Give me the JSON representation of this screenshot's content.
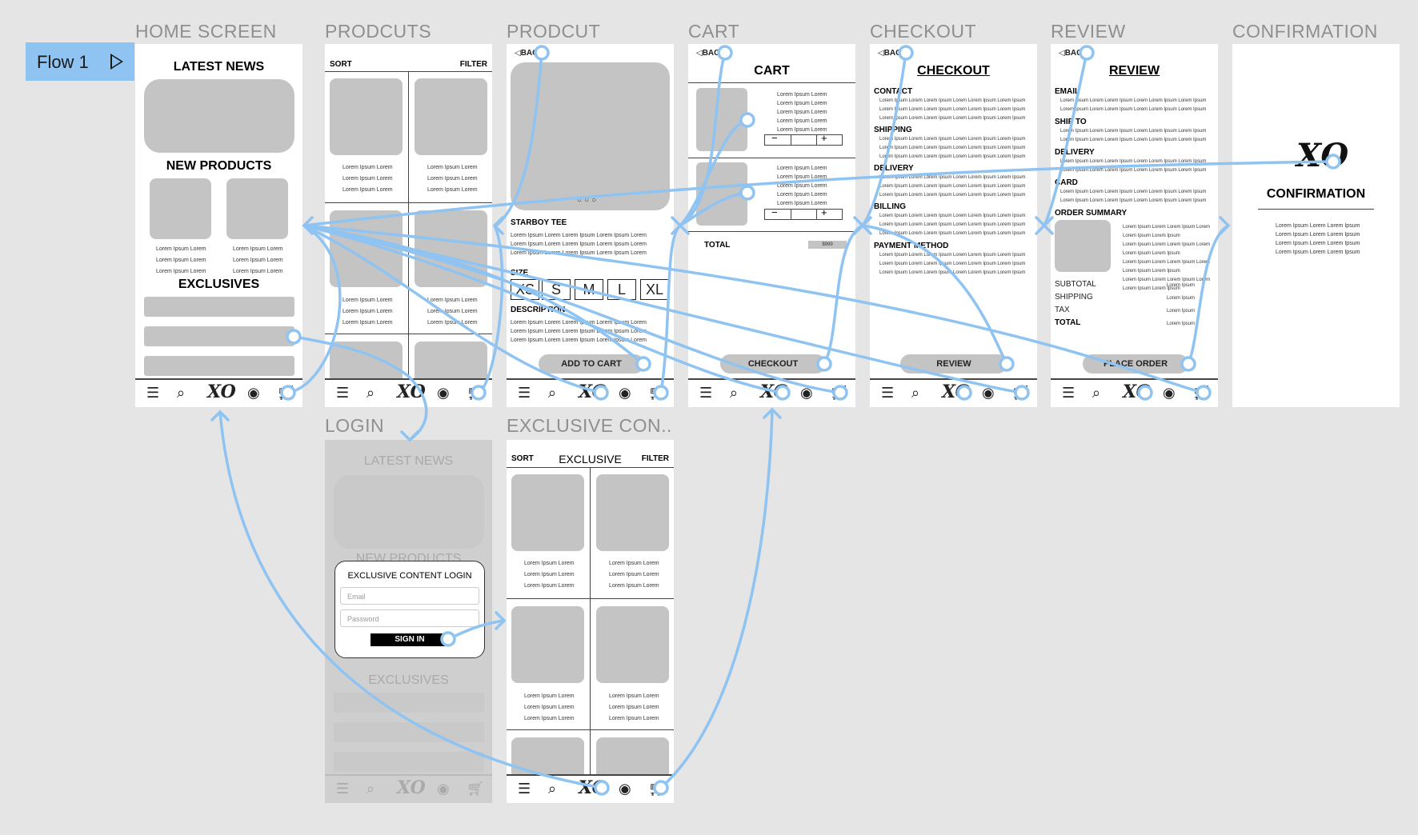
{
  "flow": {
    "label": "Flow 1"
  },
  "frames": {
    "home": {
      "title": "HOME SCREEN",
      "latest": "LATEST NEWS",
      "new_products": "NEW PRODUCTS",
      "exclusives": "EXCLUSIVES",
      "lorem": "Lorem Ipsum Lorem"
    },
    "products": {
      "title": "PRODCUTS",
      "sort": "SORT",
      "filter": "FILTER",
      "lorem": "Lorem Ipsum Lorem"
    },
    "product": {
      "title": "PRODCUT",
      "back": "◁BAC",
      "name": "STARBOY TEE",
      "size": "SIZE",
      "sizes": [
        "XS",
        "S",
        "M",
        "L",
        "XL"
      ],
      "description": "DESCRIPTION",
      "add_to_cart": "ADD TO CART",
      "lorem": "Lorem Ipsum Lorem Lorem Ipsum Lorem Ipsum Lorem"
    },
    "cart": {
      "title": "CART",
      "back": "◁BAC",
      "heading": "CART",
      "total": "TOTAL",
      "price": "$999",
      "checkout": "CHECKOUT",
      "lorem": "Lorem Ipsum Lorem"
    },
    "checkout": {
      "title": "CHECKOUT",
      "back": "◁BAC",
      "heading": "CHECKOUT",
      "contact": "CONTACT",
      "shipping": "SHIPPING",
      "delivery": "DELIVERY",
      "billing": "BILLING",
      "payment": "PAYMENT METHOD",
      "review": "REVIEW",
      "lorem": "Lorem Ipsum Lorem Lorem Ipsum Lorem Lorem Ipsum Lorem Ipsum"
    },
    "review": {
      "title": "REVIEW",
      "back": "◁BAC",
      "heading": "REVIEW",
      "email": "EMAIL",
      "ship_to": "SHIP TO",
      "delivery": "DELIVERY",
      "card": "CARD",
      "order_summary": "ORDER SUMMARY",
      "subtotal": "SUBTOTAL",
      "shipping": "SHIPPING",
      "tax": "TAX",
      "total": "TOTAL",
      "place_order": "PLACE ORDER",
      "lorem": "Lorem Ipsum Lorem Lorem Ipsum Lorem Lorem Ipsum Lorem Ipsum",
      "lorem_short": "Lorem Ipsum"
    },
    "confirmation": {
      "title": "CONFIRMATION",
      "heading": "CONFIRMATION",
      "lorem": "Lorem Ipsum Lorem Lorem Ipsum"
    },
    "login": {
      "title": "LOGIN",
      "latest": "LATEST NEWS",
      "new_products": "NEW PRODUCTS",
      "exclusives": "EXCLUSIVES",
      "modal_title": "EXCLUSIVE CONTENT LOGIN",
      "email_placeholder": "Email",
      "password_placeholder": "Password",
      "sign_in": "SIGN IN"
    },
    "exclusive": {
      "title": "EXCLUSIVE CON...",
      "sort": "SORT",
      "heading": "EXCLUSIVE",
      "filter": "FILTER",
      "lorem": "Lorem Ipsum Lorem"
    }
  },
  "logo_text": "XO",
  "colors": {
    "canvas": "#e5e5e5",
    "wire": "#8ec3f2",
    "placeholder": "#c4c4c4",
    "title": "#8f8f8f"
  },
  "icons": [
    "menu-icon",
    "search-icon",
    "xo-logo-icon",
    "profile-icon",
    "cart-icon"
  ]
}
